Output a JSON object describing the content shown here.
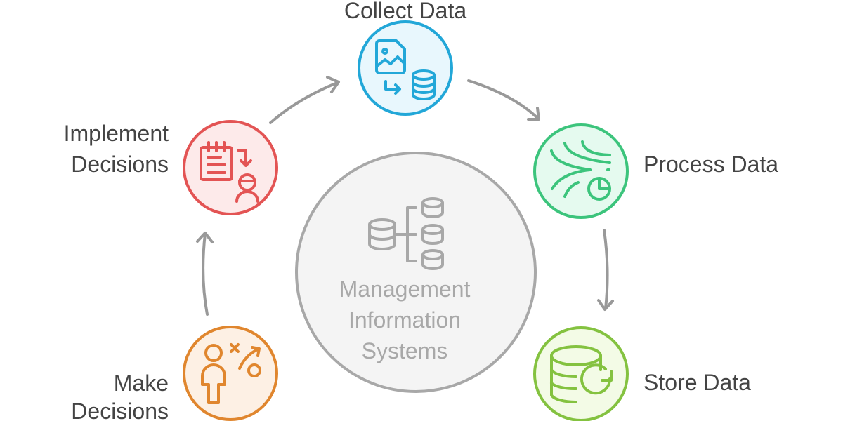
{
  "center": {
    "lines": [
      "Management",
      "Information",
      "Systems"
    ],
    "color": "#a8a8a8"
  },
  "steps": [
    {
      "label_lines": [
        "Collect Data"
      ],
      "icon": "image-to-database-icon",
      "color": "#22a7d8"
    },
    {
      "label_lines": [
        "Process Data"
      ],
      "icon": "data-flow-chart-icon",
      "color": "#3cc47c"
    },
    {
      "label_lines": [
        "Store Data"
      ],
      "icon": "database-refresh-icon",
      "color": "#84c240"
    },
    {
      "label_lines": [
        "Make",
        "Decisions"
      ],
      "icon": "person-strategy-icon",
      "color": "#e0862e"
    },
    {
      "label_lines": [
        "Implement",
        "Decisions"
      ],
      "icon": "notepad-to-person-icon",
      "color": "#e35454"
    }
  ]
}
